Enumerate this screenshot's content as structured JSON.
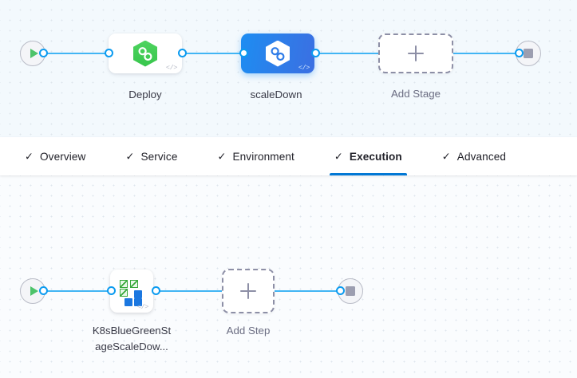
{
  "stage_canvas": {
    "start_marker": {
      "icon": "play-icon"
    },
    "end_marker": {
      "icon": "stop-icon"
    },
    "nodes": [
      {
        "id": "deploy",
        "label": "Deploy",
        "icon": "harness-hexagon-green-icon",
        "badge": "</>",
        "selected": false
      },
      {
        "id": "scaledown",
        "label": "scaleDown",
        "icon": "harness-hexagon-white-icon",
        "badge": "</>",
        "selected": true
      }
    ],
    "add_stage": {
      "label": "Add Stage",
      "icon": "plus-icon"
    }
  },
  "tabs": {
    "check_glyph": "✓",
    "items": [
      {
        "id": "overview",
        "label": "Overview",
        "active": false
      },
      {
        "id": "service",
        "label": "Service",
        "active": false
      },
      {
        "id": "environment",
        "label": "Environment",
        "active": false
      },
      {
        "id": "execution",
        "label": "Execution",
        "active": true
      },
      {
        "id": "advanced",
        "label": "Advanced",
        "active": false
      }
    ]
  },
  "step_canvas": {
    "start_marker": {
      "icon": "play-icon"
    },
    "end_marker": {
      "icon": "stop-icon"
    },
    "steps": [
      {
        "id": "k8s-bluegreen-scaledown",
        "icon": "kubernetes-blue-green-icon",
        "badge": "</>",
        "label_line1": "K8sBlueGreenSt",
        "label_line2": "ageScaleDow..."
      }
    ],
    "add_step": {
      "label": "Add Step",
      "icon": "plus-icon"
    }
  },
  "colors": {
    "edge": "#41b5f4",
    "port_stroke": "#0b9bf0",
    "selected_node": "#1d8df2",
    "active_tab_underline": "#0278d5",
    "green_accent": "#37c64c",
    "canvas_bg": "#f3f9fd",
    "dot_grid": "#dfe6ed"
  }
}
